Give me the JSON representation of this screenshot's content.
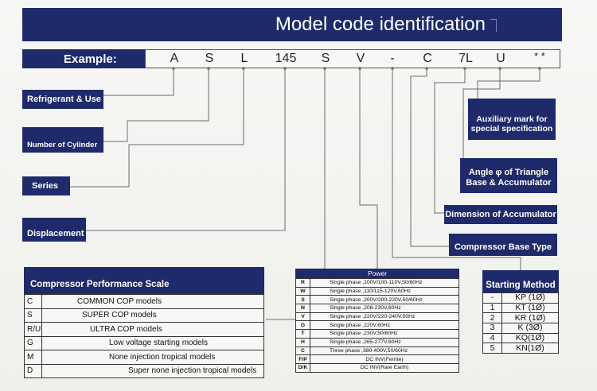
{
  "title": "Model code identification",
  "example": {
    "label": "Example:",
    "parts": [
      "A",
      "S",
      "L",
      "145",
      "S",
      "V",
      "-",
      "C",
      "7L",
      "U",
      "* *"
    ]
  },
  "left_labels": [
    "Refrigerant & Use",
    "Number of Cylinder",
    "Series",
    "Displacement"
  ],
  "right_labels": [
    "Auxiliary  mark for\nspecial specification",
    "Angle φ  of Triangle\nBase & Accumulator",
    "Dimension of Accumulator",
    "Compressor Base Type"
  ],
  "performance": {
    "title": "Compressor Performance Scale",
    "rows": [
      {
        "code": "C",
        "desc": "COMMON COP models"
      },
      {
        "code": "S",
        "desc": "SUPER COP models"
      },
      {
        "code": "R/U",
        "desc": "ULTRA COP models"
      },
      {
        "code": "G",
        "desc": "Low voltage starting models"
      },
      {
        "code": "M",
        "desc": "None injection tropical models"
      },
      {
        "code": "D",
        "desc": "Super none injection tropical models"
      }
    ]
  },
  "power": {
    "title": "Power",
    "rows": [
      {
        "code": "R",
        "desc": "Single phase ,100V/100-110V,50/60Hz"
      },
      {
        "code": "W",
        "desc": "Single phase ,110/115-120V,60Hz"
      },
      {
        "code": "S",
        "desc": "Single phase ,200V/200-220V,50/60Hz"
      },
      {
        "code": "N",
        "desc": "Single phase ,208-230V,60Hz"
      },
      {
        "code": "V",
        "desc": "Single phase ,220V/220-240V,50Hz"
      },
      {
        "code": "G",
        "desc": "Single phase ,220V,60Hz"
      },
      {
        "code": "T",
        "desc": "Single phase ,230V,50/60Hz"
      },
      {
        "code": "H",
        "desc": "Single phase ,265-277V,60Hz"
      },
      {
        "code": "C",
        "desc": "Three phase ,380-400V,50/60Hz"
      },
      {
        "code": "F/P",
        "desc": "DC INV(Ferrite)"
      },
      {
        "code": "D/K",
        "desc": "DC INV(Rare Earth)"
      }
    ]
  },
  "starting": {
    "title": "Starting Method",
    "rows": [
      {
        "code": "-",
        "desc": "KP (1Ø)"
      },
      {
        "code": "1",
        "desc": "KT (1Ø)"
      },
      {
        "code": "2",
        "desc": "KR (1Ø)"
      },
      {
        "code": "3",
        "desc": "K  (3Ø)"
      },
      {
        "code": "4",
        "desc": "KQ(1Ø)"
      },
      {
        "code": "5",
        "desc": "KN(1Ø)"
      }
    ]
  },
  "colors": {
    "navy": "#1f2a6b",
    "leader": "#6b6b6b"
  }
}
